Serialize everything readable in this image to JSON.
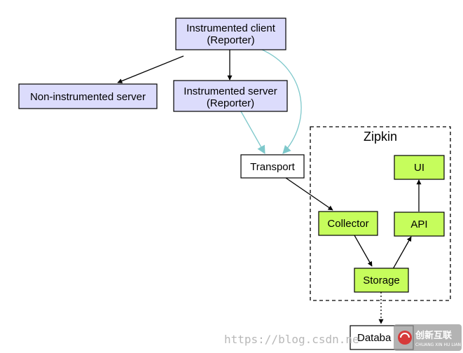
{
  "colors": {
    "reporter_fill": "#dcdcfc",
    "zipkin_fill": "#c6fd5c",
    "plain_fill": "#ffffff",
    "transport_edge": "#7ec8cb",
    "default_edge": "#000000"
  },
  "cluster": {
    "label": "Zipkin"
  },
  "nodes": {
    "instrumented_client": {
      "line1": "Instrumented client",
      "line2": "(Reporter)"
    },
    "non_instrumented_server": {
      "label": "Non-instrumented server"
    },
    "instrumented_server": {
      "line1": "Instrumented server",
      "line2": "(Reporter)"
    },
    "transport": {
      "label": "Transport"
    },
    "collector": {
      "label": "Collector"
    },
    "storage": {
      "label": "Storage"
    },
    "api": {
      "label": "API"
    },
    "ui": {
      "label": "UI"
    },
    "database": {
      "label": "Databa"
    }
  },
  "edges": [
    {
      "from": "instrumented_client",
      "to": "non_instrumented_server",
      "style": "solid",
      "color": "default_edge"
    },
    {
      "from": "instrumented_client",
      "to": "instrumented_server",
      "style": "solid",
      "color": "default_edge"
    },
    {
      "from": "instrumented_client",
      "to": "transport",
      "style": "solid",
      "color": "transport_edge"
    },
    {
      "from": "instrumented_server",
      "to": "transport",
      "style": "solid",
      "color": "transport_edge"
    },
    {
      "from": "transport",
      "to": "collector",
      "style": "solid",
      "color": "default_edge"
    },
    {
      "from": "collector",
      "to": "storage",
      "style": "solid",
      "color": "default_edge"
    },
    {
      "from": "storage",
      "to": "api",
      "style": "solid",
      "color": "default_edge"
    },
    {
      "from": "api",
      "to": "ui",
      "style": "solid",
      "color": "default_edge"
    },
    {
      "from": "storage",
      "to": "database",
      "style": "dotted",
      "color": "default_edge"
    }
  ],
  "watermark": {
    "url_text": "https://blog.csdn.ne",
    "logo_text": "创新互联",
    "logo_subtext": "CHUANG XIN HU LIAN"
  }
}
